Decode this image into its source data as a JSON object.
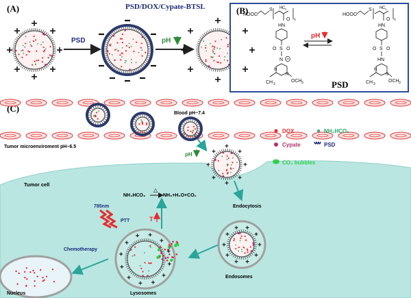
{
  "panel_a": {
    "label": "(A)",
    "title": "PSD/DOX/Cypate-BTSL",
    "arrow1_label": "PSD",
    "arrow2_label": "pH"
  },
  "panel_b": {
    "label": "(B)",
    "caption": "PSD",
    "equilibrium_label": "pH",
    "left_struct": {
      "acid": "HOOC",
      "s": "S",
      "c": "C",
      "h3": "H",
      "sub3": "3",
      "nh": "HN",
      "o": "O",
      "so2_s": "S",
      "so2_o1": "O",
      "so2_o2": "O",
      "n_minus": "N",
      "n_ring1": "N",
      "n_ring2": "N",
      "och3": "OCH",
      "och3_sub": "3",
      "ch3": "CH",
      "ch3_sub": "3",
      "n_sub": "n",
      "co_o": "O"
    },
    "right_struct": {
      "acid": "HOOC",
      "s": "S",
      "c": "C",
      "h3": "H",
      "sub3": "3",
      "nh": "HN",
      "o": "O",
      "so2_s": "S",
      "so2_o1": "O",
      "so2_o2": "O",
      "hn": "HN",
      "n_ring1": "N",
      "n_ring2": "N",
      "och3": "OCH",
      "och3_sub": "3",
      "ch3": "CH",
      "ch3_sub": "3",
      "n_sub": "n",
      "co_o": "O"
    }
  },
  "panel_c": {
    "label": "(C)",
    "blood_ph": "Blood pH~7.4",
    "tumor_ph": "Tumor microenviroment pH~6.5",
    "ph_label": "pH",
    "tumor_cell": "Tumor cell",
    "reaction_left": "NH₄HCO₃",
    "reaction_right": "NH₃+H₂O+CO₂",
    "reaction_symbol": "△",
    "laser_label": "785nm",
    "ptt_label": "PTT",
    "temp_label": "T",
    "endocytosis": "Endocytosis",
    "endosomes": "Endosomes",
    "lysosomes": "Lysosomes",
    "chemotherapy": "Chemotherapy",
    "nucleus": "Nucleus",
    "legend": {
      "dox": "DOX",
      "nh4hco3": "NH₄HCO₃",
      "cypate": "Cypate",
      "psd": "PSD",
      "co2": "CO₂ bubbles"
    }
  },
  "colors": {
    "blue_frame": "#2b4a9a",
    "teal": "#2aa59a",
    "cell_fill": "#b9e6e1",
    "red": "#e52d2d",
    "membrane": "#4a7ec0",
    "nucleus_fill": "#e8f4f8",
    "gray_ring": "#a0a0a0",
    "green": "#2fd04a"
  }
}
